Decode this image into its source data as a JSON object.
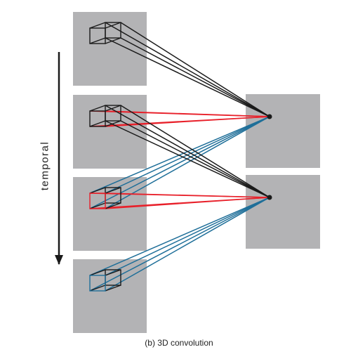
{
  "figure": {
    "caption": "(b) 3D convolution",
    "axis_label": "temporal"
  },
  "colors": {
    "frame_fill": "#b3b3b5",
    "black_lines": "#1a1a1a",
    "red_lines": "#e8202a",
    "blue_lines": "#1f6f99",
    "background": "#ffffff"
  },
  "diagram": {
    "input_frames": 4,
    "output_frames": 2,
    "kernel_temporal_depth": 3,
    "connections": [
      {
        "output": 0,
        "frames": [
          0,
          1,
          2
        ],
        "colors": [
          "black_lines",
          "red_lines",
          "blue_lines"
        ]
      },
      {
        "output": 1,
        "frames": [
          1,
          2,
          3
        ],
        "colors": [
          "black_lines",
          "red_lines",
          "blue_lines"
        ]
      }
    ]
  }
}
